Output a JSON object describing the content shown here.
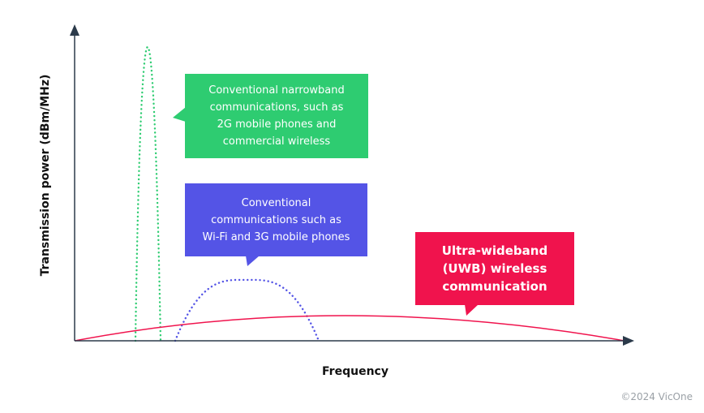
{
  "diagram": {
    "y_axis_label": "Transmission power (dBm/MHz)",
    "x_axis_label": "Frequency",
    "callouts": {
      "narrowband": "Conventional narrowband\ncommunications, such as\n2G mobile phones and\ncommercial wireless",
      "wifi": "Conventional\ncommunications such as\nWi-Fi and 3G mobile phones",
      "uwb": "Ultra-wideband\n(UWB) wireless\ncommunication"
    },
    "copyright": "©2024 VicOne"
  },
  "colors": {
    "narrowband": "#2ecc71",
    "wifi": "#5454e6",
    "uwb": "#f0134d",
    "axis": "#2b3a4a"
  }
}
